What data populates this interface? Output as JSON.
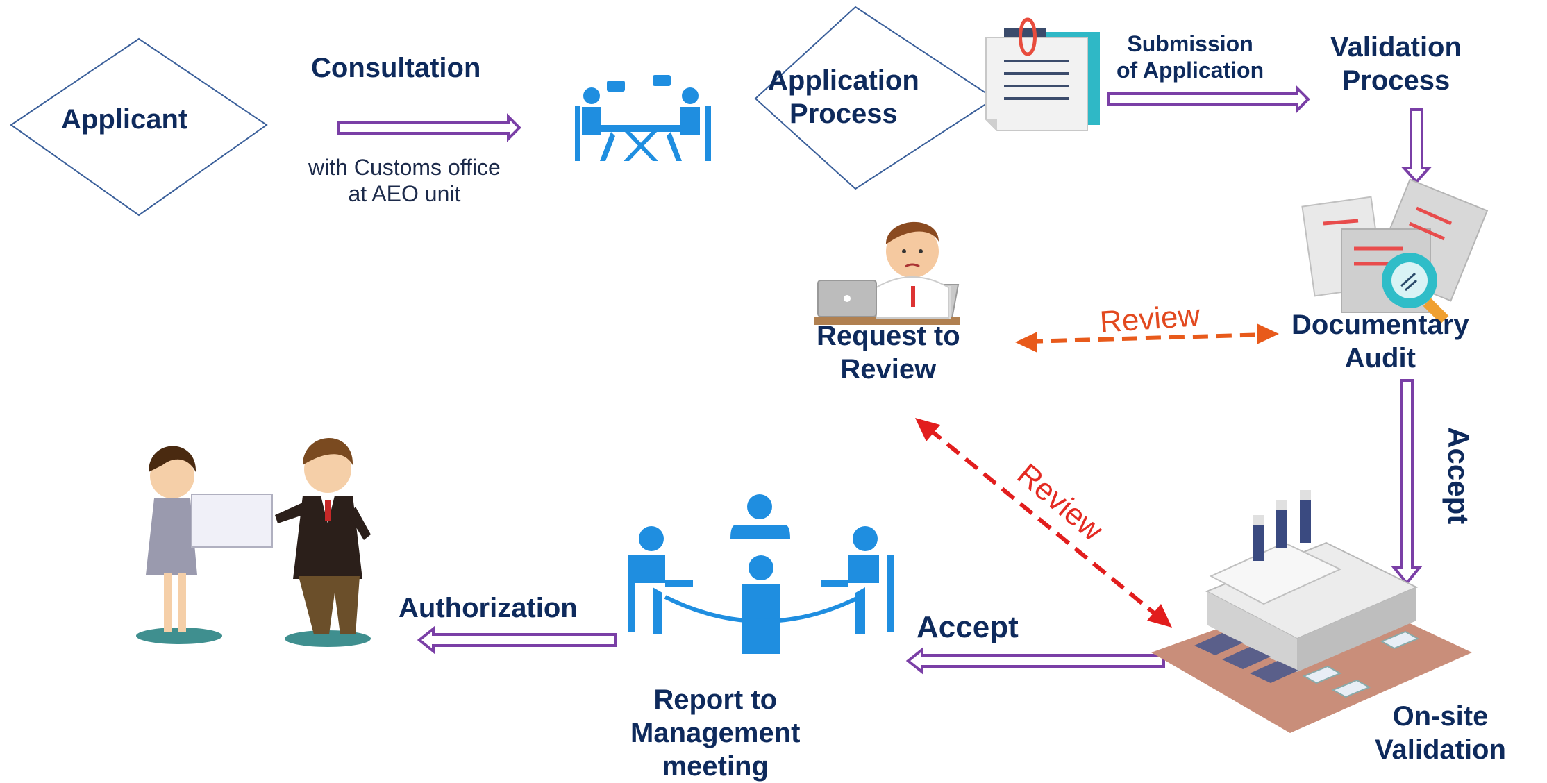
{
  "steps": {
    "applicant": "Applicant",
    "consultation": "Consultation",
    "consultation_note": "with Customs office\nat AEO unit",
    "application_process": "Application\nProcess",
    "submission": "Submission\nof Application",
    "validation_process": "Validation\nProcess",
    "documentary_audit": "Documentary\nAudit",
    "request_to_review": "Request to\nReview",
    "onsite_validation": "On-site\nValidation",
    "report_meeting": "Report to\nManagement\nmeeting",
    "authorization": "Authorization"
  },
  "edge_labels": {
    "review_horizontal": "Review",
    "review_diagonal": "Review",
    "accept_vertical": "Accept",
    "accept_bottom": "Accept"
  },
  "colors": {
    "navy_text": "#0e2a5c",
    "arrow_purple": "#7a3fa6",
    "review_orange": "#e85a1b",
    "review_red": "#e21d1d",
    "icon_blue": "#1f8ee0"
  },
  "icons": [
    "meeting-table-icon",
    "clipboard-documents-icon",
    "documents-magnifier-icon",
    "worried-person-laptop-icon",
    "factory-icon",
    "round-table-meeting-icon",
    "handshake-people-icon"
  ]
}
